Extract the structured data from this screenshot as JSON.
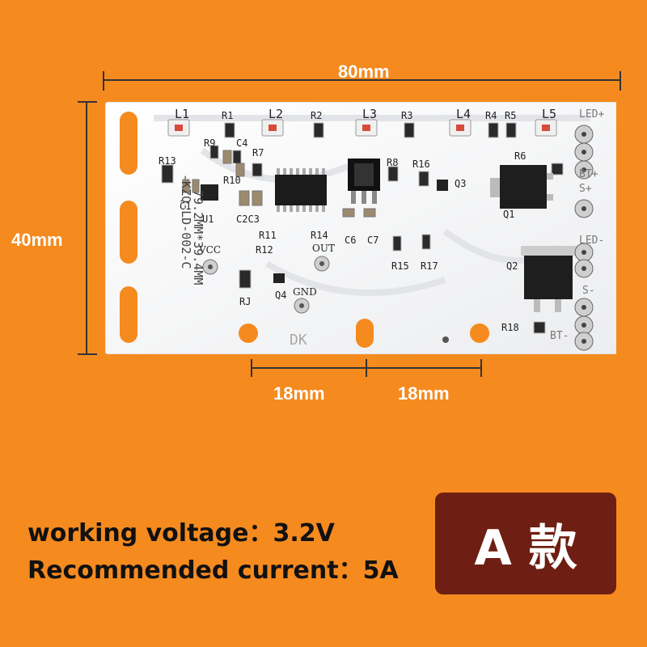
{
  "dimensions": {
    "width_label": "80mm",
    "height_label": "40mm",
    "spacing_left_label": "18mm",
    "spacing_right_label": "18mm"
  },
  "board": {
    "leds": [
      "L1",
      "L2",
      "L3",
      "L4",
      "L5"
    ],
    "top_resistors": [
      "R1",
      "R2",
      "R3",
      "R4",
      "R5"
    ],
    "labels": {
      "r9": "R9",
      "c4": "C4",
      "r7": "R7",
      "r10": "R10",
      "r13": "R13",
      "c1": "C1",
      "u1": "U1",
      "c2c3": "C2C3",
      "r8": "R8",
      "r16": "R16",
      "q3": "Q3",
      "r6": "R6",
      "q1": "Q1",
      "c6": "C6",
      "c7": "C7",
      "r11": "R11",
      "r12": "R12",
      "r14": "R14",
      "vcc": "VCC",
      "out": "OUT",
      "r15": "R15",
      "r17": "R17",
      "q2": "Q2",
      "rj": "RJ",
      "q4": "Q4",
      "gnd": "GND",
      "r18": "R18",
      "dk": "DK",
      "part_no": "-KZQ-LD-002-C",
      "size_code": "79.2MM*39.4MM"
    },
    "terminals": [
      "LED+",
      "BT+",
      "S+",
      "LED-",
      "S-",
      "BT-"
    ]
  },
  "info": {
    "voltage_line": "working voltage：3.2V",
    "current_line": "Recommended current：5A"
  },
  "badge_text": "A 款"
}
